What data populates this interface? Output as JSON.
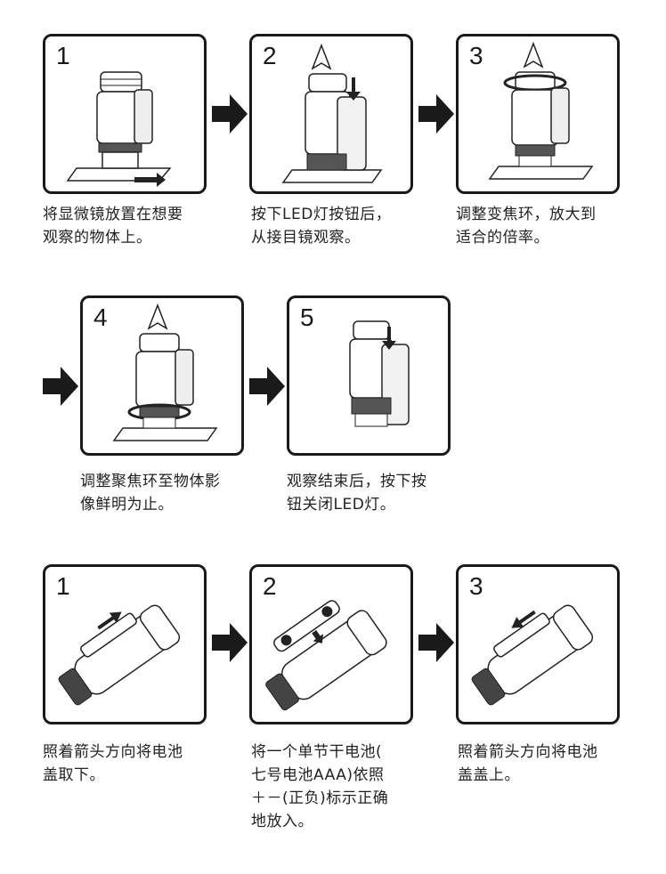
{
  "usage_steps": [
    {
      "number": "1",
      "caption": "将显微镜放置在想要\n观察的物体上。"
    },
    {
      "number": "2",
      "caption": "按下LED灯按钮后，\n从接目镜观察。"
    },
    {
      "number": "3",
      "caption": "调整变焦环，放大到\n适合的倍率。"
    },
    {
      "number": "4",
      "caption": "调整聚焦环至物体影\n像鲜明为止。"
    },
    {
      "number": "5",
      "caption": "观察结束后，按下按\n钮关闭LED灯。"
    }
  ],
  "battery_steps": [
    {
      "number": "1",
      "caption": "照着箭头方向将电池\n盖取下。"
    },
    {
      "number": "2",
      "caption": "将一个单节干电池(\n七号电池AAA)依照\n＋－(正负)标示正确\n地放入。"
    },
    {
      "number": "3",
      "caption": "照着箭头方向将电池\n盖盖上。"
    }
  ],
  "colors": {
    "border": "#1a1a1a",
    "arrow": "#1a1a1a",
    "text": "#222222"
  }
}
